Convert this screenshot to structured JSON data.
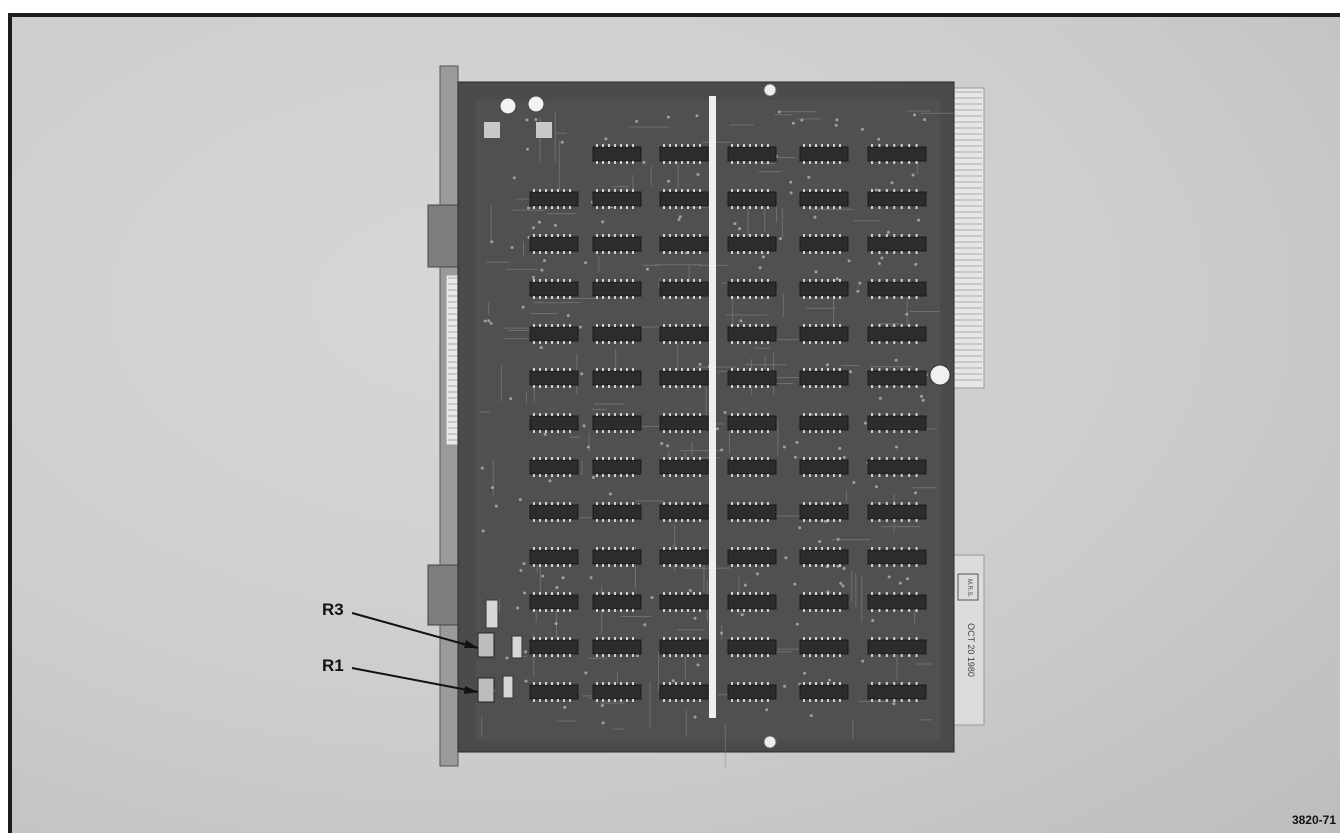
{
  "figure": {
    "number": "3820-71",
    "callouts": [
      {
        "label": "R3"
      },
      {
        "label": "R1"
      }
    ],
    "stamp": {
      "inspection": "M.R.S.",
      "date": "OCT 20 1980"
    }
  }
}
